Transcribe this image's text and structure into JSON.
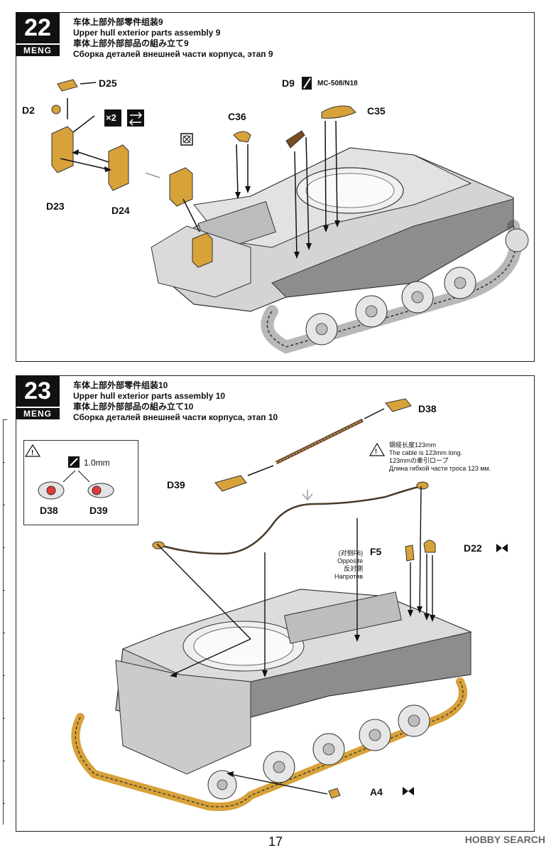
{
  "page_number": "17",
  "watermark": "HOBBY SEARCH",
  "ruler": {
    "top": "123mm",
    "bottom": "0mm"
  },
  "steps": [
    {
      "number": "22",
      "brand": "MENG",
      "title_zh": "车体上部外部零件组装9",
      "title_en": "Upper hull exterior parts assembly 9",
      "title_ja": "車体上部外部部品の組み立て9",
      "title_ru": "Сборка деталей внешней части корпуса, этап 9",
      "icons": {
        "times_two": "×2",
        "mirror": "mirror-icon",
        "no_glue": "no-glue-icon"
      },
      "labels": {
        "d25": "D25",
        "d2": "D2",
        "d23": "D23",
        "d24": "D24",
        "c36": "C36",
        "d9": "D9",
        "paint": "MC-508/N18",
        "c35": "C35"
      }
    },
    {
      "number": "23",
      "brand": "MENG",
      "title_zh": "车体上部外部零件组装10",
      "title_en": "Upper hull exterior parts assembly 10",
      "title_ja": "車体上部外部部品の組み立て10",
      "title_ru": "Сборка деталей внешней части корпуса, этап 10",
      "drill": {
        "size": "1.0mm",
        "left": "D38",
        "right": "D39"
      },
      "cable_note": {
        "zh": "钢缆长度123mm",
        "en": "The cable is 123mm long.",
        "ja": "123mmの牽引ロープ",
        "ru": "Длина гибкой части троса 123 мм."
      },
      "opposite": {
        "zh": "(对侧F6)",
        "en": "Opposite",
        "ja": "反対側",
        "ru": "Напротив"
      },
      "labels": {
        "d38": "D38",
        "d39": "D39",
        "f5": "F5",
        "d22": "D22",
        "a4": "A4"
      }
    }
  ],
  "colors": {
    "part": "#d8a23a",
    "hull": "#c7c7c7",
    "hull_dark": "#8d8d8d",
    "track": "#cfcfcf"
  }
}
